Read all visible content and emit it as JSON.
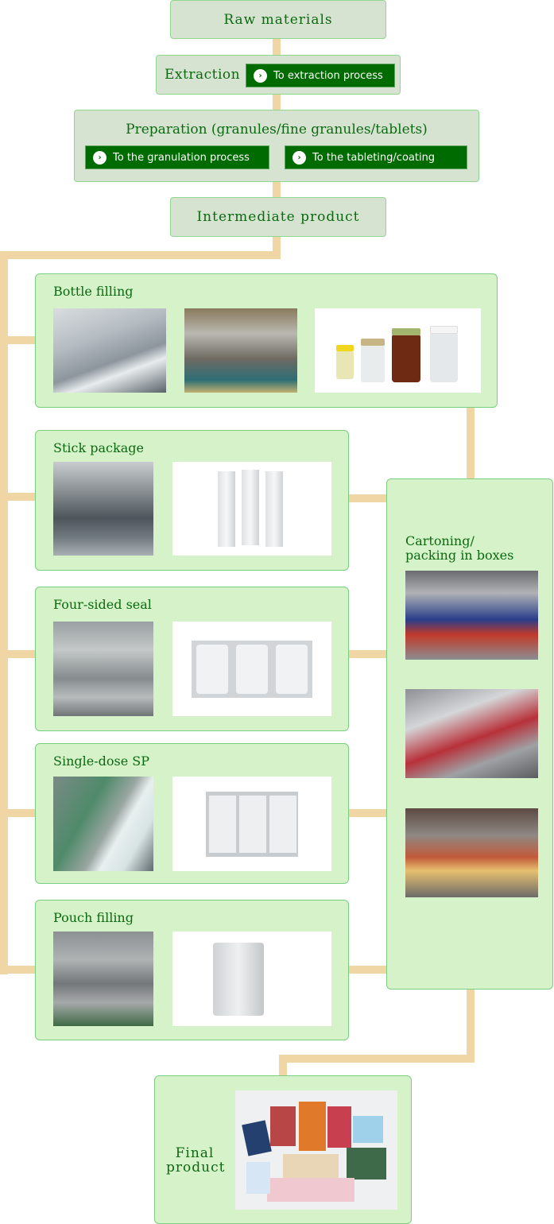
{
  "flow": {
    "raw_materials": "Raw materials",
    "extraction": {
      "label": "Extraction",
      "button": "To extraction process"
    },
    "preparation": {
      "label": "Preparation (granules/fine granules/tablets)",
      "buttons": [
        "To the granulation process",
        "To the tableting/coating"
      ]
    },
    "intermediate": "Intermediate product",
    "packaging": [
      {
        "title": "Bottle filling",
        "images": [
          "bottle-filling-machine-photo",
          "bottle-capping-machine-photo",
          "bottles-photo"
        ]
      },
      {
        "title": "Stick package",
        "images": [
          "stick-package-machine-photo",
          "stick-packs-photo"
        ]
      },
      {
        "title": "Four-sided seal",
        "images": [
          "four-sided-seal-machine-photo",
          "four-sided-seal-packs-photo"
        ]
      },
      {
        "title": "Single-dose SP",
        "images": [
          "single-dose-sp-machine-photo",
          "single-dose-sp-packs-photo"
        ]
      },
      {
        "title": "Pouch filling",
        "images": [
          "pouch-filling-machine-photo",
          "pouch-photo"
        ]
      }
    ],
    "cartoning": {
      "title_line1": "Cartoning/",
      "title_line2": "packing in boxes"
    },
    "final": {
      "line1": "Final",
      "line2": "product"
    }
  },
  "icons": {
    "button_arrow": "›"
  },
  "colors": {
    "title_text": "#0b6a10",
    "button_bg": "#006b00",
    "connector": "#f0d5a5",
    "top_box_bg": "#d7e3d1",
    "panel_bg": "#d6f2c9"
  }
}
